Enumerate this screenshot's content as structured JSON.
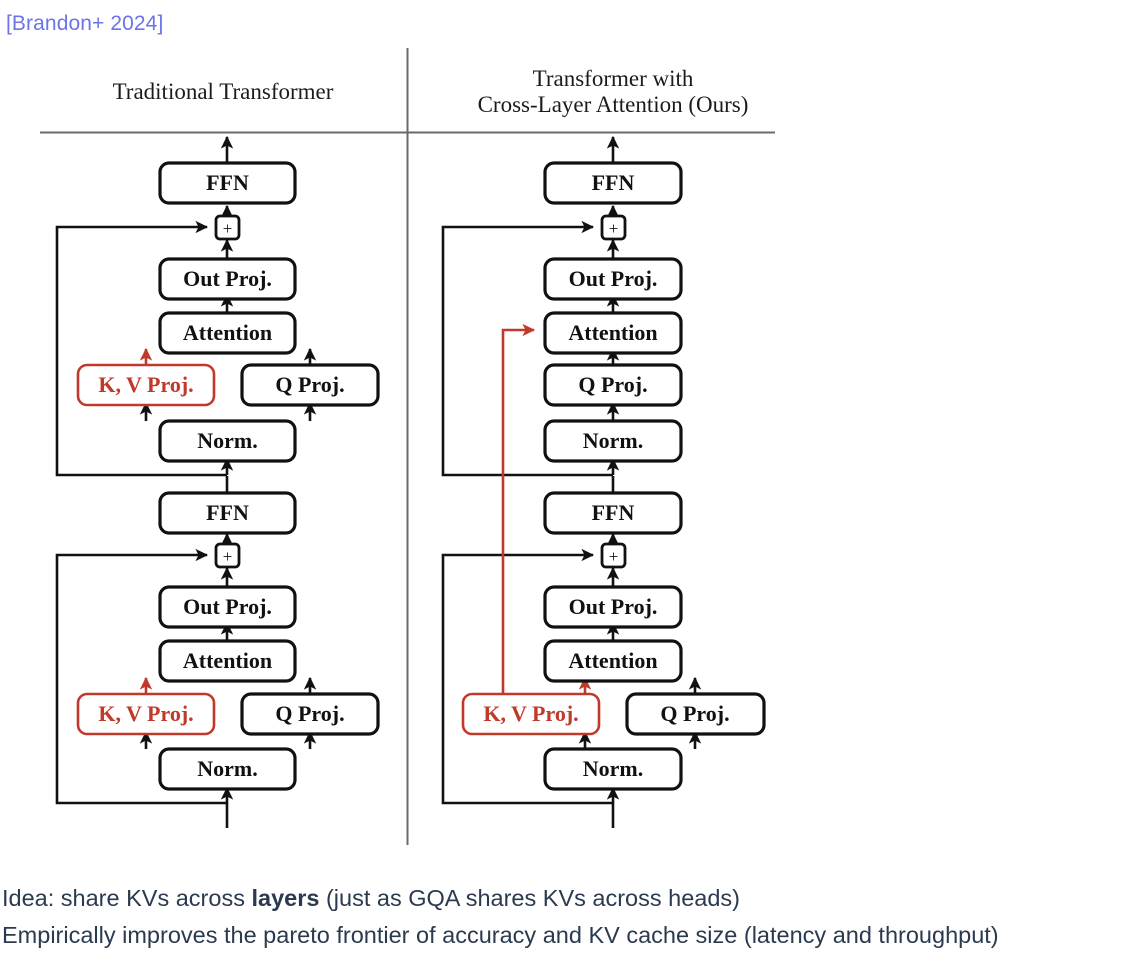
{
  "citation": "[Brandon+ 2024]",
  "colors": {
    "citation_blue": "#6b74e8",
    "accent_red": "#c0392b",
    "box_black": "#1a1a1a",
    "rule_gray": "#6a6a6a",
    "note_text": "#2b3a4f"
  },
  "figure": {
    "left_panel": {
      "title": "Traditional Transformer",
      "title_lines": [
        "Traditional Transformer"
      ],
      "blocks": [
        {
          "name": "upper-layer",
          "nodes": [
            {
              "id": "ffn-top",
              "label": "FFN",
              "style": "black"
            },
            {
              "id": "add-top",
              "label": "+",
              "style": "plus"
            },
            {
              "id": "out-proj-top",
              "label": "Out Proj.",
              "style": "black"
            },
            {
              "id": "attention-top",
              "label": "Attention",
              "style": "black"
            },
            {
              "id": "kv-proj-top",
              "label": "K, V Proj.",
              "style": "red"
            },
            {
              "id": "q-proj-top",
              "label": "Q Proj.",
              "style": "black"
            },
            {
              "id": "norm-top",
              "label": "Norm.",
              "style": "black"
            }
          ]
        },
        {
          "name": "lower-layer",
          "nodes": [
            {
              "id": "ffn-bot",
              "label": "FFN",
              "style": "black"
            },
            {
              "id": "add-bot",
              "label": "+",
              "style": "plus"
            },
            {
              "id": "out-proj-bot",
              "label": "Out Proj.",
              "style": "black"
            },
            {
              "id": "attention-bot",
              "label": "Attention",
              "style": "black"
            },
            {
              "id": "kv-proj-bot",
              "label": "K, V Proj.",
              "style": "red"
            },
            {
              "id": "q-proj-bot",
              "label": "Q Proj.",
              "style": "black"
            },
            {
              "id": "norm-bot",
              "label": "Norm.",
              "style": "black"
            }
          ]
        }
      ]
    },
    "right_panel": {
      "title": "Transformer with Cross-Layer Attention (Ours)",
      "title_lines": [
        "Transformer with",
        "Cross-Layer Attention (Ours)"
      ],
      "blocks": [
        {
          "name": "upper-layer",
          "nodes": [
            {
              "id": "r-ffn-top",
              "label": "FFN",
              "style": "black"
            },
            {
              "id": "r-add-top",
              "label": "+",
              "style": "plus"
            },
            {
              "id": "r-out-proj-top",
              "label": "Out Proj.",
              "style": "black"
            },
            {
              "id": "r-attention-top",
              "label": "Attention",
              "style": "black"
            },
            {
              "id": "r-q-proj-top",
              "label": "Q Proj.",
              "style": "black"
            },
            {
              "id": "r-norm-top",
              "label": "Norm.",
              "style": "black"
            }
          ]
        },
        {
          "name": "lower-layer",
          "nodes": [
            {
              "id": "r-ffn-bot",
              "label": "FFN",
              "style": "black"
            },
            {
              "id": "r-add-bot",
              "label": "+",
              "style": "plus"
            },
            {
              "id": "r-out-proj-bot",
              "label": "Out Proj.",
              "style": "black"
            },
            {
              "id": "r-attention-bot",
              "label": "Attention",
              "style": "black"
            },
            {
              "id": "r-kv-proj-bot",
              "label": "K, V Proj.",
              "style": "red"
            },
            {
              "id": "r-q-proj-bot",
              "label": "Q Proj.",
              "style": "black"
            },
            {
              "id": "r-norm-bot",
              "label": "Norm.",
              "style": "black"
            }
          ]
        }
      ],
      "cross_layer_edge": {
        "from": "r-kv-proj-bot",
        "to": "r-attention-top",
        "color": "#c0392b"
      }
    }
  },
  "notes": [
    {
      "pre": "Idea: share KVs across ",
      "bold": "layers",
      "post": " (just as GQA shares KVs across heads)"
    },
    {
      "pre": "Empirically improves the pareto frontier of accuracy and KV cache size (latency and throughput)",
      "bold": "",
      "post": ""
    }
  ]
}
